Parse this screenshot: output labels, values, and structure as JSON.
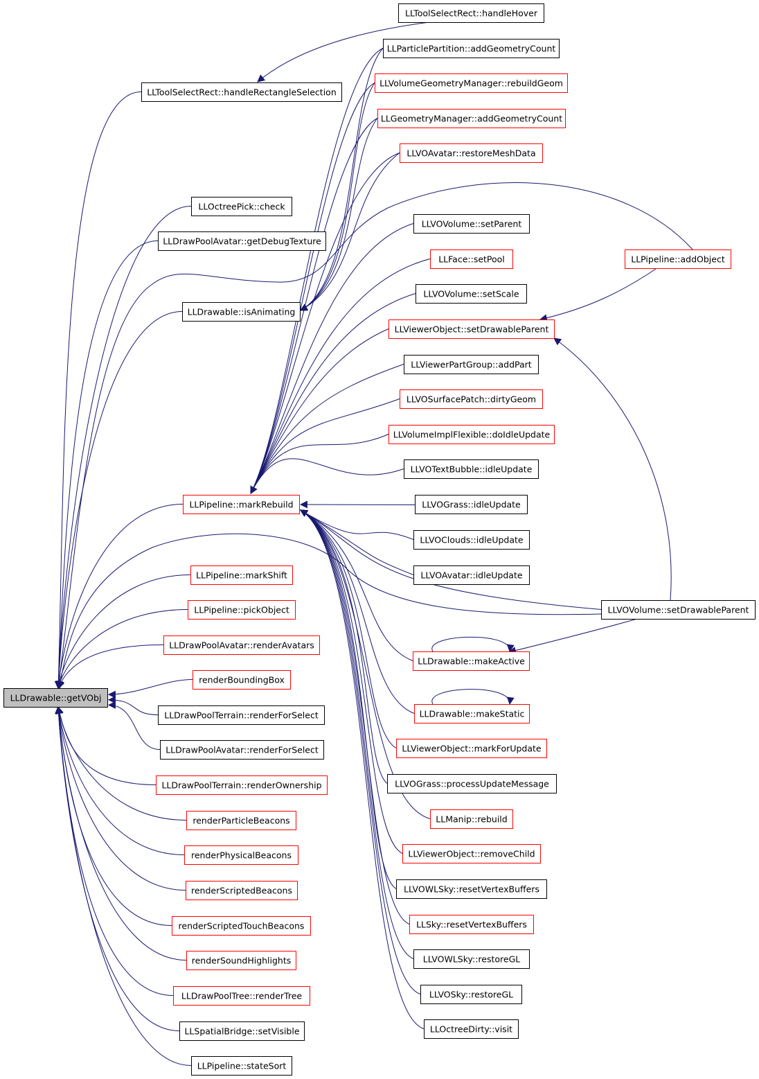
{
  "colors": {
    "background": "#ffffff",
    "edge": "#191970",
    "box_black": "#000000",
    "box_red": "#ff0000",
    "root_fill": "#bfbfbf"
  },
  "root": {
    "label": "LLDrawable::getVObj"
  },
  "nodes": {
    "toolselectrect_hover": {
      "label": "LLToolSelectRect::handleHover",
      "border": "black"
    },
    "particlepartition_addgeom": {
      "label": "LLParticlePartition::addGeometryCount",
      "border": "black"
    },
    "volumegeommgr_rebuild": {
      "label": "LLVolumeGeometryManager::rebuildGeom",
      "border": "red"
    },
    "geommgr_addgeom": {
      "label": "LLGeometryManager::addGeometryCount",
      "border": "red"
    },
    "voavatar_restoremesh": {
      "label": "LLVOAvatar::restoreMeshData",
      "border": "red"
    },
    "vovolume_setparent": {
      "label": "LLVOVolume::setParent",
      "border": "black"
    },
    "face_setpool": {
      "label": "LLFace::setPool",
      "border": "red"
    },
    "vovolume_setscale": {
      "label": "LLVOVolume::setScale",
      "border": "black"
    },
    "viewerobject_setdrawableparent": {
      "label": "LLViewerObject::setDrawableParent",
      "border": "red"
    },
    "viewerpartgroup_addpart": {
      "label": "LLViewerPartGroup::addPart",
      "border": "black"
    },
    "vosurfacepatch_dirtygeom": {
      "label": "LLVOSurfacePatch::dirtyGeom",
      "border": "red"
    },
    "volumeimplflexible_doidle": {
      "label": "LLVolumeImplFlexible::doIdleUpdate",
      "border": "red"
    },
    "votextbubble_idle": {
      "label": "LLVOTextBubble::idleUpdate",
      "border": "black"
    },
    "vograss_idle": {
      "label": "LLVOGrass::idleUpdate",
      "border": "black"
    },
    "voclouds_idle": {
      "label": "LLVOClouds::idleUpdate",
      "border": "black"
    },
    "voavatar_idle": {
      "label": "LLVOAvatar::idleUpdate",
      "border": "black"
    },
    "drawable_makeactive": {
      "label": "LLDrawable::makeActive",
      "border": "red"
    },
    "drawable_makestatic": {
      "label": "LLDrawable::makeStatic",
      "border": "red"
    },
    "viewerobject_markforupdate": {
      "label": "LLViewerObject::markForUpdate",
      "border": "red"
    },
    "vograss_processupdate": {
      "label": "LLVOGrass::processUpdateMessage",
      "border": "black"
    },
    "manip_rebuild": {
      "label": "LLManip::rebuild",
      "border": "red"
    },
    "viewerobject_removechild": {
      "label": "LLViewerObject::removeChild",
      "border": "red"
    },
    "vowlsky_resetvb": {
      "label": "LLVOWLSky::resetVertexBuffers",
      "border": "black"
    },
    "sky_resetvb": {
      "label": "LLSky::resetVertexBuffers",
      "border": "red"
    },
    "vowlsky_restoregl": {
      "label": "LLVOWLSky::restoreGL",
      "border": "black"
    },
    "vosky_restoregl": {
      "label": "LLVOSky::restoreGL",
      "border": "black"
    },
    "octreedirty_visit": {
      "label": "LLOctreeDirty::visit",
      "border": "black"
    },
    "pipeline_addobject": {
      "label": "LLPipeline::addObject",
      "border": "red"
    },
    "vovolume_setdrawableparent": {
      "label": "LLVOVolume::setDrawableParent",
      "border": "black"
    },
    "toolselectrect_handlerect": {
      "label": "LLToolSelectRect::handleRectangleSelection",
      "border": "black"
    },
    "octreepick_check": {
      "label": "LLOctreePick::check",
      "border": "black"
    },
    "drawpoolavatar_getdebug": {
      "label": "LLDrawPoolAvatar::getDebugTexture",
      "border": "black"
    },
    "drawable_isanimating": {
      "label": "LLDrawable::isAnimating",
      "border": "black"
    },
    "pipeline_markrebuild": {
      "label": "LLPipeline::markRebuild",
      "border": "red"
    },
    "pipeline_markshift": {
      "label": "LLPipeline::markShift",
      "border": "red"
    },
    "pipeline_pickobject": {
      "label": "LLPipeline::pickObject",
      "border": "red"
    },
    "drawpoolavatar_renderavatars": {
      "label": "LLDrawPoolAvatar::renderAvatars",
      "border": "red"
    },
    "renderboundingbox": {
      "label": "renderBoundingBox",
      "border": "red"
    },
    "drawpoolterrain_renderforselect": {
      "label": "LLDrawPoolTerrain::renderForSelect",
      "border": "black"
    },
    "drawpoolavatar_renderforselect": {
      "label": "LLDrawPoolAvatar::renderForSelect",
      "border": "black"
    },
    "drawpoolterrain_renderownership": {
      "label": "LLDrawPoolTerrain::renderOwnership",
      "border": "red"
    },
    "renderparticlebeacons": {
      "label": "renderParticleBeacons",
      "border": "red"
    },
    "renderphysicalbeacons": {
      "label": "renderPhysicalBeacons",
      "border": "red"
    },
    "renderscriptedbeacons": {
      "label": "renderScriptedBeacons",
      "border": "red"
    },
    "renderscriptedtouchbeacons": {
      "label": "renderScriptedTouchBeacons",
      "border": "red"
    },
    "rendersoundhighlights": {
      "label": "renderSoundHighlights",
      "border": "red"
    },
    "drawpooltree_rendertree": {
      "label": "LLDrawPoolTree::renderTree",
      "border": "red"
    },
    "spatialbridge_setvisible": {
      "label": "LLSpatialBridge::setVisible",
      "border": "black"
    },
    "pipeline_statesort": {
      "label": "LLPipeline::stateSort",
      "border": "black"
    }
  }
}
